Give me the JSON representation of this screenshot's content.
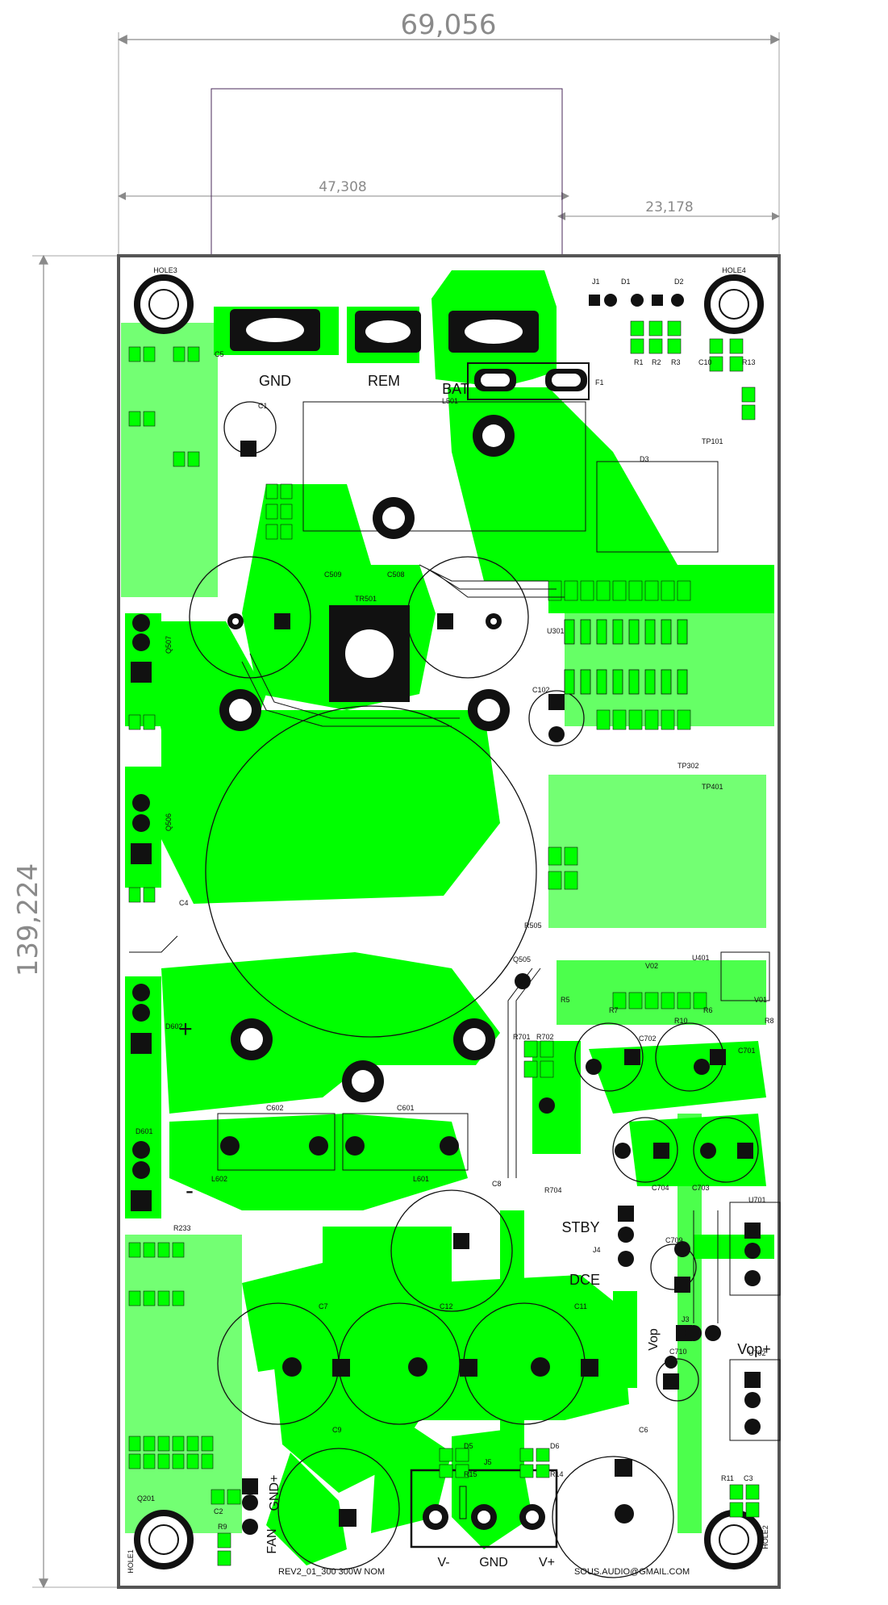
{
  "dimensions": {
    "overall_width": "69,056",
    "inner_width": "47,308",
    "right_offset": "23,178",
    "height": "139,224"
  },
  "connectors": {
    "gnd": "GND",
    "rem": "REM",
    "bat": "BAT",
    "stby": "STBY",
    "dce": "DCE",
    "vop_plus": "Vop+",
    "vop": "Vop",
    "fan": "FAN",
    "gnd_plus": "GND+",
    "v_minus": "V-",
    "gnd_bottom": "GND",
    "v_plus": "V+",
    "plus": "+",
    "minus": "-"
  },
  "mounting_holes": [
    "HOLE3",
    "HOLE4",
    "HOLE1",
    "HOLE2"
  ],
  "footer": {
    "revision": "REV2_01_300  300W  NOM",
    "email": "SOUS.AUDIO@GMAIL.COM"
  },
  "designators": {
    "j1": "J1",
    "d1": "D1",
    "d2": "D2",
    "f1": "F1",
    "l501": "L501",
    "r1": "R1",
    "r2": "R2",
    "r3": "R3",
    "c10": "C10",
    "r13": "R13",
    "c1": "C1",
    "c5": "C5",
    "d3": "D3",
    "tr501": "TR501",
    "c509": "C509",
    "c508": "C508",
    "u301": "U301",
    "c102": "C102",
    "q507": "Q507",
    "q506": "Q506",
    "c4": "C4",
    "d602": "D602",
    "d601": "D601",
    "c602": "C602",
    "c601": "C601",
    "l602": "L602",
    "l601": "L601",
    "c8": "C8",
    "c7": "C7",
    "c12": "C12",
    "c11": "C11",
    "c9": "C9",
    "c6": "C6",
    "j5": "J5",
    "d5": "D5",
    "d6": "D6",
    "r15": "R15",
    "r14": "R14",
    "c704": "C704",
    "c703": "C703",
    "j4": "J4",
    "c709": "C709",
    "u701": "U701",
    "j3": "J3",
    "c710": "C710",
    "u702": "U702",
    "r11": "R11",
    "c3": "C3",
    "c2": "C2",
    "r9": "R9",
    "q201": "Q201",
    "r233": "R233",
    "c702": "C702",
    "c701": "C701",
    "r701": "R701",
    "r702": "R702",
    "r704": "R704",
    "u401": "U401",
    "v01": "V01",
    "v02": "V02",
    "tp401": "TP401",
    "tp302": "TP302",
    "tp101": "TP101",
    "r5": "R5",
    "r7": "R7",
    "r6": "R6",
    "r8": "R8",
    "r10": "R10",
    "q505": "Q505",
    "r505": "R505"
  },
  "colors": {
    "copper": "#00ff00",
    "outline": "#111111",
    "dimension": "#8a8a8a",
    "silk_purple": "#4a2a5a",
    "via_white": "#ffffff"
  }
}
